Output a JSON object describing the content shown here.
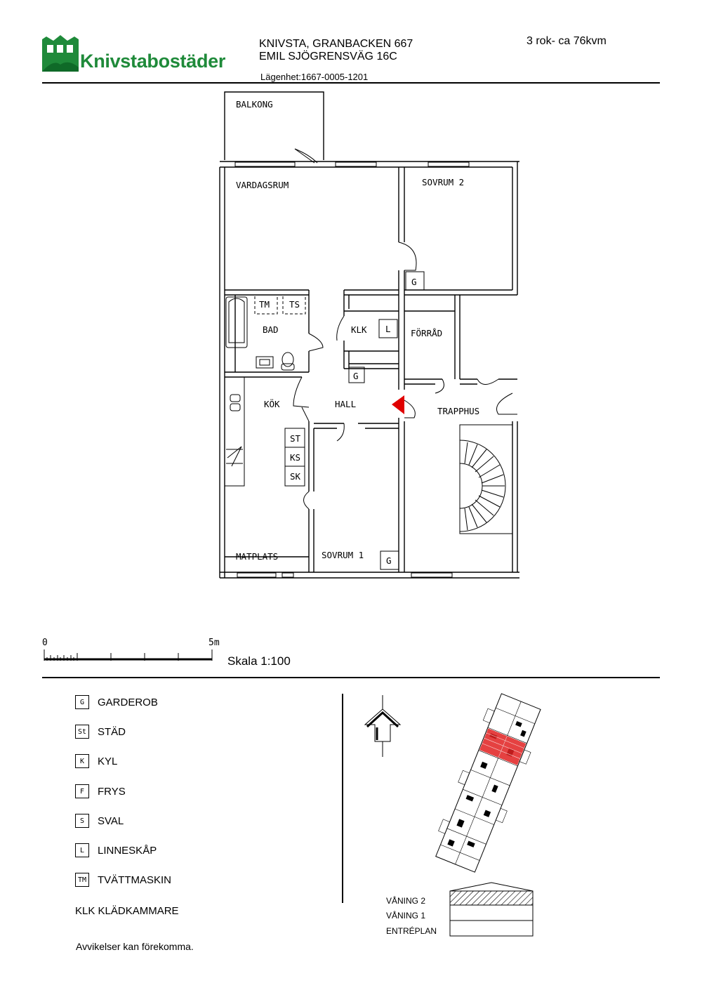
{
  "brand": {
    "name": "Knivstabostäder",
    "color": "#1f8a3a"
  },
  "header": {
    "address_line1": "KNIVSTA, GRANBACKEN 667",
    "address_line2": "EMIL SJÖGRENSVÄG 16C",
    "apartment": "Lägenhet:1667-0005-1201",
    "size": "3 rok- ca 76kvm"
  },
  "rooms": {
    "balkong": "BALKONG",
    "vardagsrum": "VARDAGSRUM",
    "sovrum2": "SOVRUM 2",
    "bad": "BAD",
    "tm": "TM",
    "ts": "TS",
    "klk": "KLK",
    "forrad": "FÖRRÅD",
    "kok": "KÖK",
    "hall": "HALL",
    "trapphus": "TRAPPHUS",
    "matplats": "MATPLATS",
    "sovrum1": "SOVRUM 1",
    "g": "G",
    "l": "L",
    "st": "ST",
    "ks": "KS",
    "sk": "SK"
  },
  "entrance_color": "#e00000",
  "highlight_color": "#e02020",
  "scale": {
    "start": "0",
    "end": "5m",
    "label": "Skala 1:100"
  },
  "legend": [
    {
      "code": "G",
      "label": "GARDEROB"
    },
    {
      "code": "St",
      "label": "STÄD"
    },
    {
      "code": "K",
      "label": "KYL"
    },
    {
      "code": "F",
      "label": "FRYS"
    },
    {
      "code": "S",
      "label": "SVAL"
    },
    {
      "code": "L",
      "label": "LINNESKÅP"
    },
    {
      "code": "TM",
      "label": "TVÄTTMASKIN"
    }
  ],
  "klk_note": "KLK KLÄDKAMMARE",
  "disclaimer": "Avvikelser kan förekomma.",
  "floors": {
    "f2": "VÅNING 2",
    "f1": "VÅNING 1",
    "entre": "ENTRÉPLAN"
  }
}
